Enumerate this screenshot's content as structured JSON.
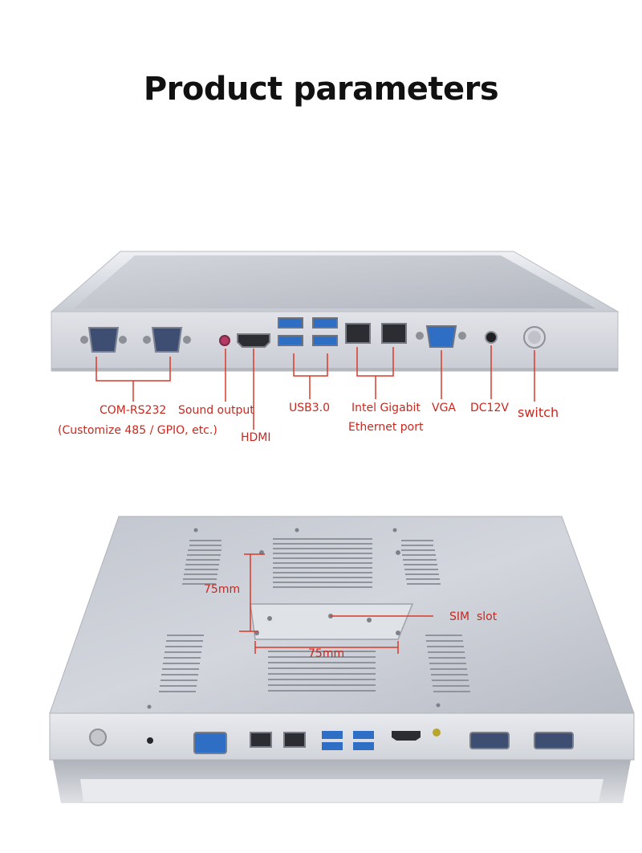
{
  "page_title": "Product parameters",
  "colors": {
    "accent": "#d93a2b",
    "panel": "#d9dce3",
    "port_blue": "#2f6ec5"
  },
  "ports": {
    "com": "COM-RS232",
    "com_note": "(Customize 485 / GPIO, etc.)",
    "sound": "Sound output",
    "hdmi": "HDMI",
    "usb": "USB3.0",
    "lan_line1": "Intel Gigabit",
    "lan_line2": "Ethernet port",
    "vga": "VGA",
    "dc": "DC12V",
    "switch": "switch"
  },
  "back": {
    "vesa_v": "75mm",
    "vesa_h": "75mm",
    "sim": "SIM  slot"
  }
}
